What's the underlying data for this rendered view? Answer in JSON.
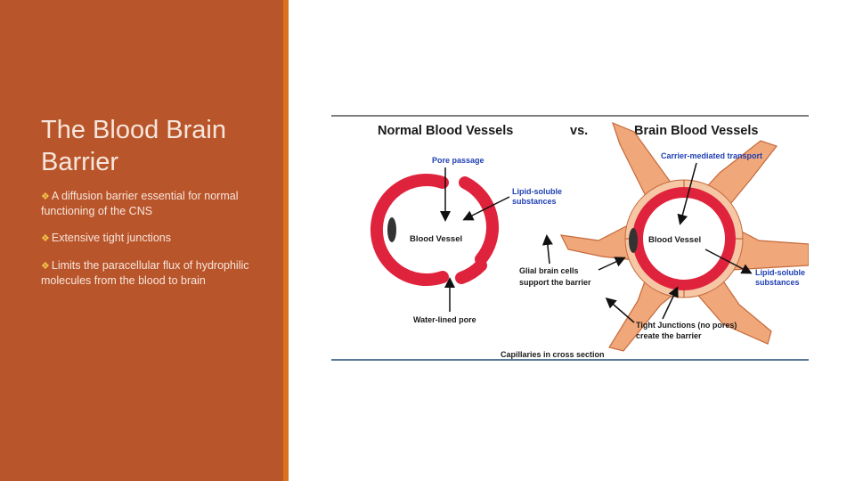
{
  "slide": {
    "title": "The Blood Brain Barrier",
    "bullets": [
      "A diffusion barrier essential for normal functioning of the CNS",
      "Extensive tight junctions",
      "Limits the paracellular flux of hydrophilic molecules from the blood to brain"
    ],
    "bullet_marker": "❖"
  },
  "colors": {
    "panel": "#b9552b",
    "accent": "#d9711f",
    "vessel_red": "#e0233c",
    "glial_orange": "#f0a77a",
    "label_blue": "#1f3fb3"
  },
  "diagram": {
    "heading_left": "Normal Blood Vessels",
    "heading_vs": "vs.",
    "heading_right": "Brain Blood Vessels",
    "pore_passage": "Pore passage",
    "lipid_left_1": "Lipid-soluble",
    "lipid_left_2": "substances",
    "vessel_left": "Blood Vessel",
    "water_pore": "Water-lined pore",
    "glial_1": "Glial brain cells",
    "glial_2": "support the barrier",
    "carrier": "Carrier-mediated transport",
    "vessel_right": "Blood Vessel",
    "lipid_right_1": "Lipid-soluble",
    "lipid_right_2": "substances",
    "tight_1": "Tight Junctions (no pores)",
    "tight_2": "create the barrier",
    "caption": "Capillaries in cross section"
  }
}
